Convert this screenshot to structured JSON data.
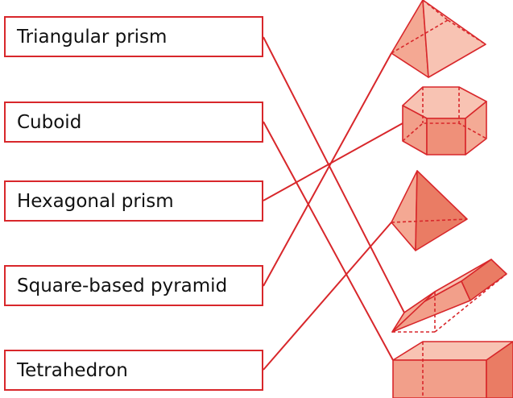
{
  "labels": [
    "Triangular prism",
    "Cuboid",
    "Hexagonal prism",
    "Square-based pyramid",
    "Tetrahedron"
  ],
  "shapes": [
    "square-based-pyramid",
    "hexagonal-prism",
    "tetrahedron",
    "triangular-prism",
    "cuboid"
  ],
  "matches": [
    {
      "label": "Triangular prism",
      "shape": "triangular-prism"
    },
    {
      "label": "Cuboid",
      "shape": "cuboid"
    },
    {
      "label": "Hexagonal prism",
      "shape": "hexagonal-prism"
    },
    {
      "label": "Square-based pyramid",
      "shape": "square-based-pyramid"
    },
    {
      "label": "Tetrahedron",
      "shape": "tetrahedron"
    }
  ],
  "colors": {
    "line": "#d8272b",
    "shape_face_light": "#f8c3b3",
    "shape_face_mid": "#f29f8a",
    "shape_face_dark": "#ea7c64"
  }
}
